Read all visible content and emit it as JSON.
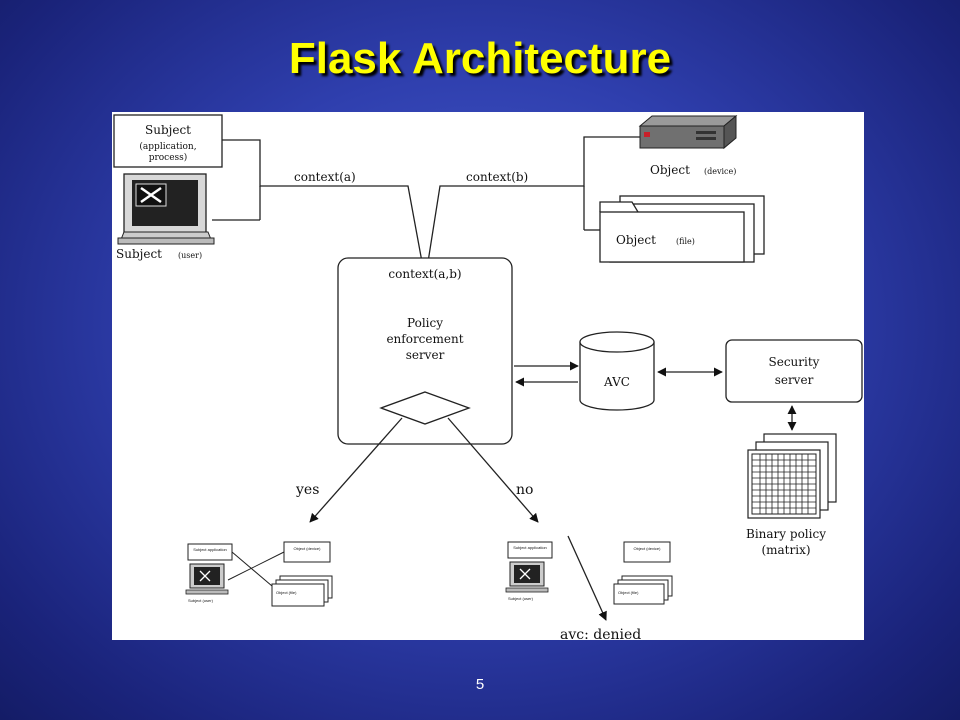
{
  "slide": {
    "title": "Flask Architecture",
    "page_number": "5"
  },
  "diagram": {
    "subject_process": {
      "title": "Subject",
      "sub1": "(application,",
      "sub2": "process)"
    },
    "subject_user": {
      "title": "Subject",
      "sub": "(user)"
    },
    "object_device": {
      "title": "Object",
      "sub": "(device)"
    },
    "object_file": {
      "title": "Object",
      "sub": "(file)"
    },
    "context_a": "context(a)",
    "context_b": "context(b)",
    "context_ab": "context(a,b)",
    "pes": {
      "line1": "Policy",
      "line2": "enforcement",
      "line3": "server"
    },
    "avc": "AVC",
    "security_server": {
      "line1": "Security",
      "line2": "server"
    },
    "binary_policy": {
      "line1": "Binary policy",
      "line2": "(matrix)"
    },
    "yes": "yes",
    "no": "no",
    "avc_denied": "avc:  denied",
    "mini_left": {
      "subject_process": "Subject\napplication",
      "object_device": "Object\n(device)",
      "object_file": "Object (file)",
      "subject_user": "Subject (user)"
    },
    "mini_right": {
      "subject_process": "Subject\napplication",
      "object_device": "Object\n(device)",
      "object_file": "Object (file)",
      "subject_user": "Subject (user)"
    }
  }
}
